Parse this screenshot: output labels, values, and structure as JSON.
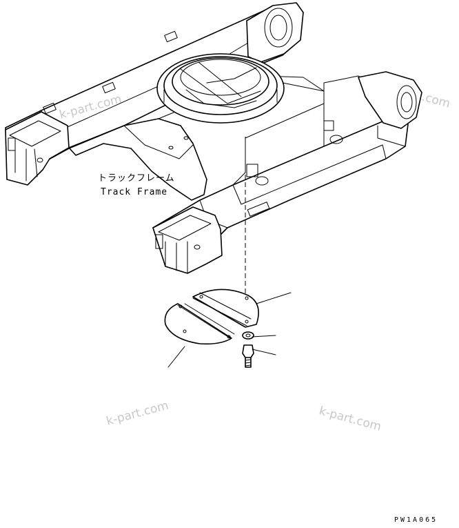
{
  "label_jp": "トラックフレーム",
  "label_en": "Track Frame",
  "drawing_code": "PW1A065",
  "watermark": "k-part.com"
}
